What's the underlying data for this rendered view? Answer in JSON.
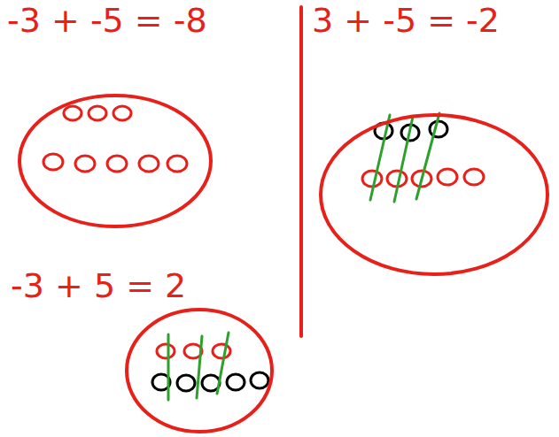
{
  "diagram": {
    "nodes": [
      {
        "text": [
          "-3 + -5 = -8"
        ]
      },
      {
        "text": [
          "3 + -5 = -2"
        ]
      },
      {
        "text": [
          "-3 + 5 = 2"
        ]
      }
    ]
  }
}
